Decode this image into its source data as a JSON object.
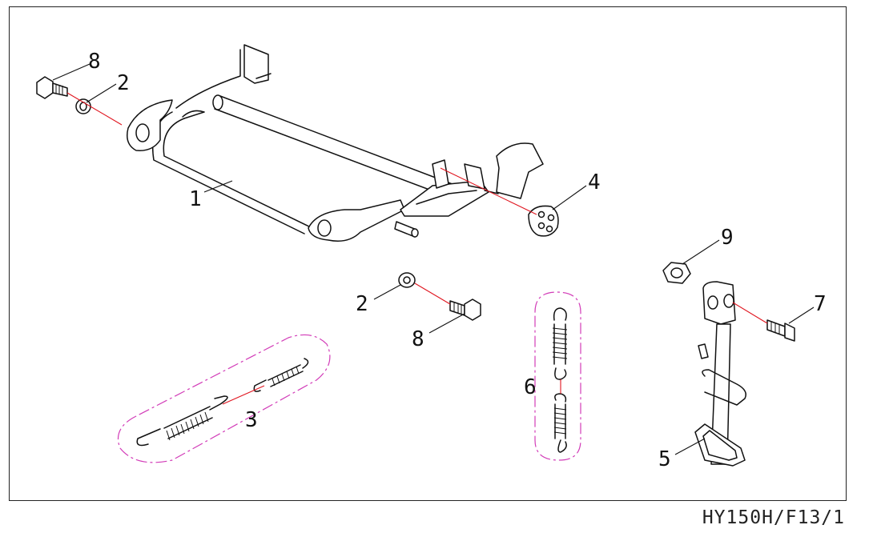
{
  "callouts": [
    {
      "id": "c8a",
      "text": "8"
    },
    {
      "id": "c2a",
      "text": "2"
    },
    {
      "id": "c1",
      "text": "1"
    },
    {
      "id": "c4",
      "text": "4"
    },
    {
      "id": "c9",
      "text": "9"
    },
    {
      "id": "c2b",
      "text": "2"
    },
    {
      "id": "c8b",
      "text": "8"
    },
    {
      "id": "c7",
      "text": "7"
    },
    {
      "id": "c6",
      "text": "6"
    },
    {
      "id": "c3",
      "text": "3"
    },
    {
      "id": "c5",
      "text": "5"
    }
  ],
  "drawing_code": "HY150H/F13/1",
  "colors": {
    "axis_line": "#e0151f",
    "group_outline": "#d23cb8",
    "line": "#111111"
  }
}
